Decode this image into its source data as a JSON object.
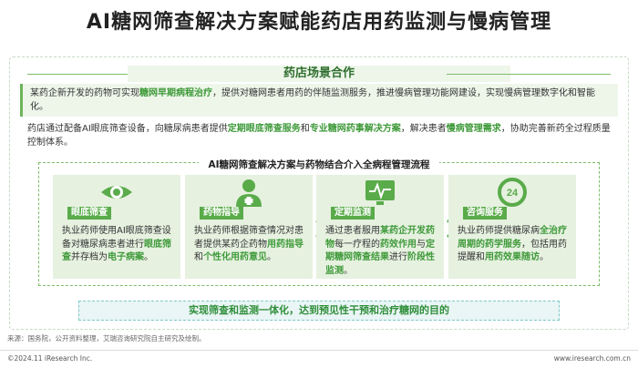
{
  "page_title": "AI糖网筛查解决方案赋能药店用药监测与慢病管理",
  "section_title": "药店场景合作",
  "paragraph1": [
    {
      "text": "某药企新开发的药物可实现",
      "hl": false
    },
    {
      "text": "糖网早期病程治疗",
      "hl": true
    },
    {
      "text": "，提供对糖网患者用药的伴随监测服务，推进慢病管理功能网建设，实现慢病管理数字化和智能化。",
      "hl": false
    }
  ],
  "paragraph2": [
    {
      "text": "药店通过配备AI眼底筛查设备，向糖尿病患者提供",
      "hl": false
    },
    {
      "text": "定期眼底筛查服务",
      "hl": true
    },
    {
      "text": "和",
      "hl": false
    },
    {
      "text": "专业糖网药事解决方案",
      "hl": true
    },
    {
      "text": "，解决患者",
      "hl": false
    },
    {
      "text": "慢病管理需求",
      "hl": true
    },
    {
      "text": "，协助完善新药全过程质量控制体系。",
      "hl": false
    }
  ],
  "flow_title": "AI糖网筛查解决方案与药物结合介入全病程管理流程",
  "cards": [
    {
      "label": "眼底筛查",
      "icon": "eye-icon",
      "segments": [
        {
          "text": "执业药师使用AI眼底筛查设备对糖尿病患者进行",
          "hl": false
        },
        {
          "text": "眼底筛查",
          "hl": true
        },
        {
          "text": "并存档为",
          "hl": false
        },
        {
          "text": "电子病案",
          "hl": true
        },
        {
          "text": "。",
          "hl": false
        }
      ]
    },
    {
      "label": "药物指导",
      "icon": "pharmacist-icon",
      "segments": [
        {
          "text": "执业药师根据筛查情况对患者提供某药企药物",
          "hl": false
        },
        {
          "text": "用药指导",
          "hl": true
        },
        {
          "text": "和",
          "hl": false
        },
        {
          "text": "个性化用药意见",
          "hl": true
        },
        {
          "text": "。",
          "hl": false
        }
      ]
    },
    {
      "label": "定期监测",
      "icon": "monitor-icon",
      "segments": [
        {
          "text": "通过患者服用",
          "hl": false
        },
        {
          "text": "某药企开发药物",
          "hl": true
        },
        {
          "text": "每一疗程的",
          "hl": false
        },
        {
          "text": "药效作用",
          "hl": true
        },
        {
          "text": "与",
          "hl": false
        },
        {
          "text": "定期糖网筛查结果",
          "hl": true
        },
        {
          "text": "进行",
          "hl": false
        },
        {
          "text": "阶段性监测",
          "hl": true
        },
        {
          "text": "。",
          "hl": false
        }
      ]
    },
    {
      "label": "咨询服务",
      "icon": "24h-service-icon",
      "segments": [
        {
          "text": "执业药师提供糖尿病",
          "hl": false
        },
        {
          "text": "全治疗周期的药学服务",
          "hl": true
        },
        {
          "text": "，包括用药提醒和",
          "hl": false
        },
        {
          "text": "用药效果随访",
          "hl": true
        },
        {
          "text": "。",
          "hl": false
        }
      ]
    }
  ],
  "bottom_banner": "实现筛查和监测一体化，达到预见性干预和治疗糖网的目的",
  "footer": {
    "source": "来源：国务院，公开资料整理，艾瑞咨询研究院自主研究及绘制。",
    "copyright": "©2024.11 iResearch Inc.",
    "url": "www.iresearch.com.cn"
  },
  "colors": {
    "accent": "#5aab4a",
    "highlight": "#3f9a3a",
    "card_bg": "#e6f1e0"
  }
}
